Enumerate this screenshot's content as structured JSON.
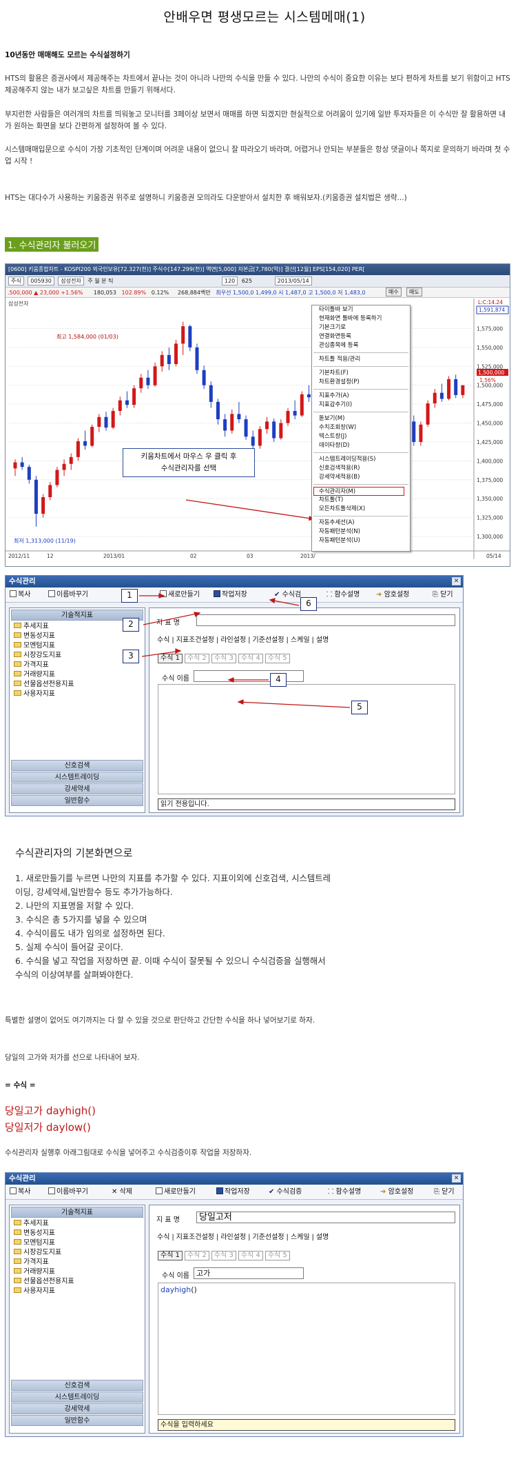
{
  "title": "안배우면 평생모르는 시스템메매(1)",
  "intro": {
    "heading": "10년동안 매매해도 모르는 수식설정하기",
    "p1": "HTS의 활용은 증권사에서 제공해주는 차트에서 끝나는 것이 아니라 나만의 수식을 만들 수 있다. 나만의 수식이 중요한 이유는 보다 편하게 차트를 보기 위함이고 HTS제공해주지 않는 내가 보고싶은 차트를 만들기 위해서다.",
    "p2": "부지런한 사람들은 여러개의 차트를 띄워놓고 모니터를 3페이상 보면서 매매를 하면 되겠지만 현실적으로 어려움이 있기에 일반 투자자들은 이 수식만 잘 활용하면 내가 원하는 화면을 보다 간편하게 설정하여 볼 수 있다.",
    "p3": "시스템매매입문으로 수식이 가장 기초적인 단계이며 어려운 내용이 없으니 잘 따라오기 바라며, 어렵거나 안되는 부분들은 항상 댓글이나 쪽지로 문의하기 바라며 첫 수업 시작 !",
    "p4": "HTS는 대다수가 사용하는 키움증권 위주로 설명하니 키움증권 모의라도 다운받아서 설치한 후 배워보자.(키움증권 설치법은 생략...)"
  },
  "section1": "1. 수식관리자 불러오기",
  "chart": {
    "titlebar": "[0600] 키움종합차트 - KOSPI200 외국인보유[72.327(천)] 주식수[147.299(천)] 액면[5,000] 자본금[7,780(억)] 결산[12월] EPS[154,020] PER[",
    "tool_left": "주식",
    "code": "005930",
    "name": "삼성전자",
    "tool_mid": "주 월 분 틱 ",
    "count": "120",
    "count2": "625",
    "date": "2013/05/14",
    "info_price": ".500,000 ▲ 23,000 +1.56%",
    "info_vol": "180,053",
    "info_pct": "102.89%",
    "info_pct2": "0.12%",
    "info_amt": "268,884백만",
    "info_ohlc": "최우선 1,500,0 1,499,0 시 1,487,0 고 1,500,0 저 1,483,0",
    "btn_buy": "매수",
    "btn_sell": "매도",
    "stock_label": "삼성전자",
    "high_note": "최고 1,584,000 (01/03)",
    "low_note": "최저 1,313,000 (11/19)",
    "x_labels": [
      "2012/11",
      "12",
      "2013/01",
      "02",
      "03",
      "2013/",
      "05/14"
    ],
    "y_labels": [
      "1,575,000",
      "1,550,000",
      "1,525,000",
      "1,500,000",
      "1,475,000",
      "1,450,000",
      "1,425,000",
      "1,400,000",
      "1,375,000",
      "1,350,000",
      "1,325,000",
      "1,300,000"
    ],
    "top_right": "L:C:14.24",
    "price_tag": "1,591,874",
    "cur_tag": "1,500,000",
    "cur_pct": "1.56%",
    "callout_line1": "키움차트에서 마우스 우 클릭 후",
    "callout_line2": "수식관리자를 선택",
    "menu": [
      "타이틀바 보기",
      "현재화면 툴바에 등록하기",
      "기본크기로",
      "연결화면등록",
      "관심종목에 등록",
      "|",
      "차트틀 적용/관리",
      "|",
      "기본차트(F)",
      "차트환경설정(P)",
      "|",
      "지표추가(A)",
      "지표감추기(I)",
      "|",
      "돋보기(M)",
      "수치조회창(W)",
      "텍스트창(J)",
      "데이타창(D)",
      "|",
      "시스템트레이딩적용(S)",
      "신호검색적용(R)",
      "강세약세적용(B)",
      "|",
      "수식관리자(M)",
      "차트툴(T)",
      "모든차트툴삭제(X)",
      "|",
      "자동추세선(A)",
      "자동패턴분석(N)",
      "자동패턴분석(U)"
    ],
    "menu_selected": "수식관리자(M)",
    "candles": [
      [
        1390,
        1402,
        1380,
        1398
      ],
      [
        1398,
        1405,
        1388,
        1392
      ],
      [
        1392,
        1395,
        1370,
        1375
      ],
      [
        1375,
        1380,
        1313,
        1330
      ],
      [
        1330,
        1356,
        1325,
        1352
      ],
      [
        1352,
        1372,
        1348,
        1368
      ],
      [
        1368,
        1392,
        1365,
        1388
      ],
      [
        1388,
        1402,
        1380,
        1396
      ],
      [
        1396,
        1410,
        1388,
        1405
      ],
      [
        1405,
        1430,
        1400,
        1426
      ],
      [
        1426,
        1440,
        1415,
        1420
      ],
      [
        1420,
        1448,
        1418,
        1445
      ],
      [
        1445,
        1462,
        1438,
        1458
      ],
      [
        1458,
        1465,
        1440,
        1444
      ],
      [
        1444,
        1470,
        1442,
        1466
      ],
      [
        1466,
        1485,
        1460,
        1480
      ],
      [
        1480,
        1492,
        1470,
        1474
      ],
      [
        1474,
        1500,
        1470,
        1496
      ],
      [
        1496,
        1515,
        1490,
        1510
      ],
      [
        1510,
        1520,
        1495,
        1500
      ],
      [
        1500,
        1530,
        1498,
        1525
      ],
      [
        1525,
        1545,
        1518,
        1540
      ],
      [
        1540,
        1550,
        1520,
        1528
      ],
      [
        1528,
        1560,
        1525,
        1555
      ],
      [
        1555,
        1584,
        1540,
        1578
      ],
      [
        1578,
        1580,
        1545,
        1550
      ],
      [
        1550,
        1555,
        1515,
        1520
      ],
      [
        1520,
        1526,
        1495,
        1500
      ],
      [
        1500,
        1505,
        1470,
        1478
      ],
      [
        1478,
        1482,
        1448,
        1455
      ],
      [
        1455,
        1462,
        1432,
        1440
      ],
      [
        1440,
        1468,
        1436,
        1462
      ],
      [
        1462,
        1478,
        1450,
        1455
      ],
      [
        1455,
        1460,
        1428,
        1432
      ],
      [
        1432,
        1440,
        1410,
        1420
      ],
      [
        1420,
        1446,
        1416,
        1442
      ],
      [
        1442,
        1458,
        1436,
        1452
      ],
      [
        1452,
        1456,
        1425,
        1430
      ],
      [
        1430,
        1455,
        1428,
        1450
      ],
      [
        1450,
        1470,
        1446,
        1466
      ],
      [
        1466,
        1480,
        1455,
        1460
      ],
      [
        1460,
        1492,
        1458,
        1488
      ],
      [
        1488,
        1500,
        1478,
        1484
      ],
      [
        1484,
        1512,
        1480,
        1508
      ],
      [
        1508,
        1520,
        1495,
        1500
      ],
      [
        1500,
        1504,
        1470,
        1474
      ],
      [
        1474,
        1478,
        1448,
        1452
      ],
      [
        1452,
        1480,
        1450,
        1476
      ],
      [
        1476,
        1498,
        1470,
        1494
      ],
      [
        1494,
        1518,
        1490,
        1514
      ],
      [
        1514,
        1536,
        1508,
        1532
      ],
      [
        1532,
        1540,
        1505,
        1510
      ],
      [
        1510,
        1515,
        1478,
        1482
      ],
      [
        1482,
        1490,
        1455,
        1460
      ],
      [
        1460,
        1466,
        1430,
        1438
      ],
      [
        1438,
        1462,
        1434,
        1458
      ],
      [
        1458,
        1472,
        1448,
        1452
      ],
      [
        1452,
        1460,
        1420,
        1425
      ],
      [
        1425,
        1452,
        1420,
        1448
      ],
      [
        1448,
        1480,
        1445,
        1476
      ],
      [
        1476,
        1495,
        1470,
        1490
      ],
      [
        1490,
        1502,
        1478,
        1482
      ],
      [
        1482,
        1512,
        1480,
        1508
      ],
      [
        1508,
        1514,
        1483,
        1487
      ],
      [
        1487,
        1500,
        1483,
        1500
      ]
    ]
  },
  "fw1": {
    "title": "수식관리",
    "toolbar": [
      "복사",
      "이름바꾸기",
      "새로만들기",
      "작업저장",
      "수식검",
      "함수설명",
      "암호설정",
      "닫기"
    ],
    "left_head": "기술적지표",
    "tree": [
      "추세지표",
      "변동성지표",
      "모멘텀지표",
      "시장강도지표",
      "가격지표",
      "거래량지표",
      "선물옵션전용지표",
      "사용자지표"
    ],
    "left_btns": [
      "신호검색",
      "시스템트레이딩",
      "강세약세",
      "일반함수"
    ],
    "name_label": "지 표 명",
    "name_value": "",
    "tabs": [
      "수식",
      "지표조건설정",
      "라인설정",
      "기준선설정",
      "스케일",
      "설명"
    ],
    "subtabs": [
      "수식 1",
      "수식 2",
      "수식 3",
      "수식 4",
      "수식 5"
    ],
    "formula_label": "수식 이름",
    "formula_name": "",
    "editor_text": "",
    "status": "읽기 전용입니다.",
    "nums": [
      "1",
      "2",
      "3",
      "4",
      "5",
      "6"
    ]
  },
  "mid": {
    "heading": "수식관리자의 기본화면으로",
    "lines": [
      "1. 새로만들기를 누르면 나만의 지표를 추가할 수 있다. 지표이외에 신호검색, 시스템트레",
      "이딩, 강세약세,일반함수 등도 추가가능하다.",
      "2. 나만의 지표명을 저할 수 있다.",
      "3. 수식은 총 5가지를 넣을 수 있으며",
      "4. 수식이름도 내가 임의로 설정하면 된다.",
      "5. 실제 수식이 들어갈 곳이다.",
      "6. 수식을 넣고 작업을 저장하면 끝. 이때 수식이 잘못될 수 있으니 수식검증을 실행해서",
      "수식의 이상여부를 살펴봐야한다."
    ]
  },
  "body2": {
    "p1": "특별한 설명이 없어도 여기까지는 다 할 수 있을 것으로 판단하고 간단한 수식을 하나 넣어보기로 하자.",
    "p2": "당일의 고가와 저가를 선으로 나타내어 보자.",
    "p3": "= 수식 =",
    "code1": "당일고가 dayhigh()",
    "code2": "당일저가 daylow()",
    "p4": "수식관리자 실행후 아래그림대로 수식을 넣어주고 수식검증이후 작업을 저장하자."
  },
  "fw2": {
    "title": "수식관리",
    "toolbar": [
      "복사",
      "이름바꾸기",
      "삭제",
      "새로만들기",
      "작업저장",
      "수식검증",
      "함수설명",
      "암호설정",
      "닫기"
    ],
    "left_head": "기술적지표",
    "tree": [
      "추세지표",
      "변동성지표",
      "모멘텀지표",
      "시장강도지표",
      "가격지표",
      "거래량지표",
      "선물옵션전용지표",
      "사용자지표"
    ],
    "left_btns": [
      "신호검색",
      "시스템트레이딩",
      "강세약세",
      "일반함수"
    ],
    "name_label": "지 표 명",
    "name_value": "당일고저",
    "tabs": [
      "수식",
      "지표조건설정",
      "라인설정",
      "기준선설정",
      "스케일",
      "설명"
    ],
    "subtabs": [
      "수식 1",
      "수식 2",
      "수식 3",
      "수식 4",
      "수식 5"
    ],
    "formula_label": "수식 이름",
    "formula_name": "고가",
    "editor_fn": "dayhigh",
    "editor_paren": "()",
    "status": "수식을 입력하세요"
  },
  "colors": {
    "accent_green": "#6a9f1c",
    "title_blue": "#2c4a78",
    "code_red": "#c01616",
    "candle_up": "#d21818",
    "candle_down": "#1d3fc0"
  }
}
